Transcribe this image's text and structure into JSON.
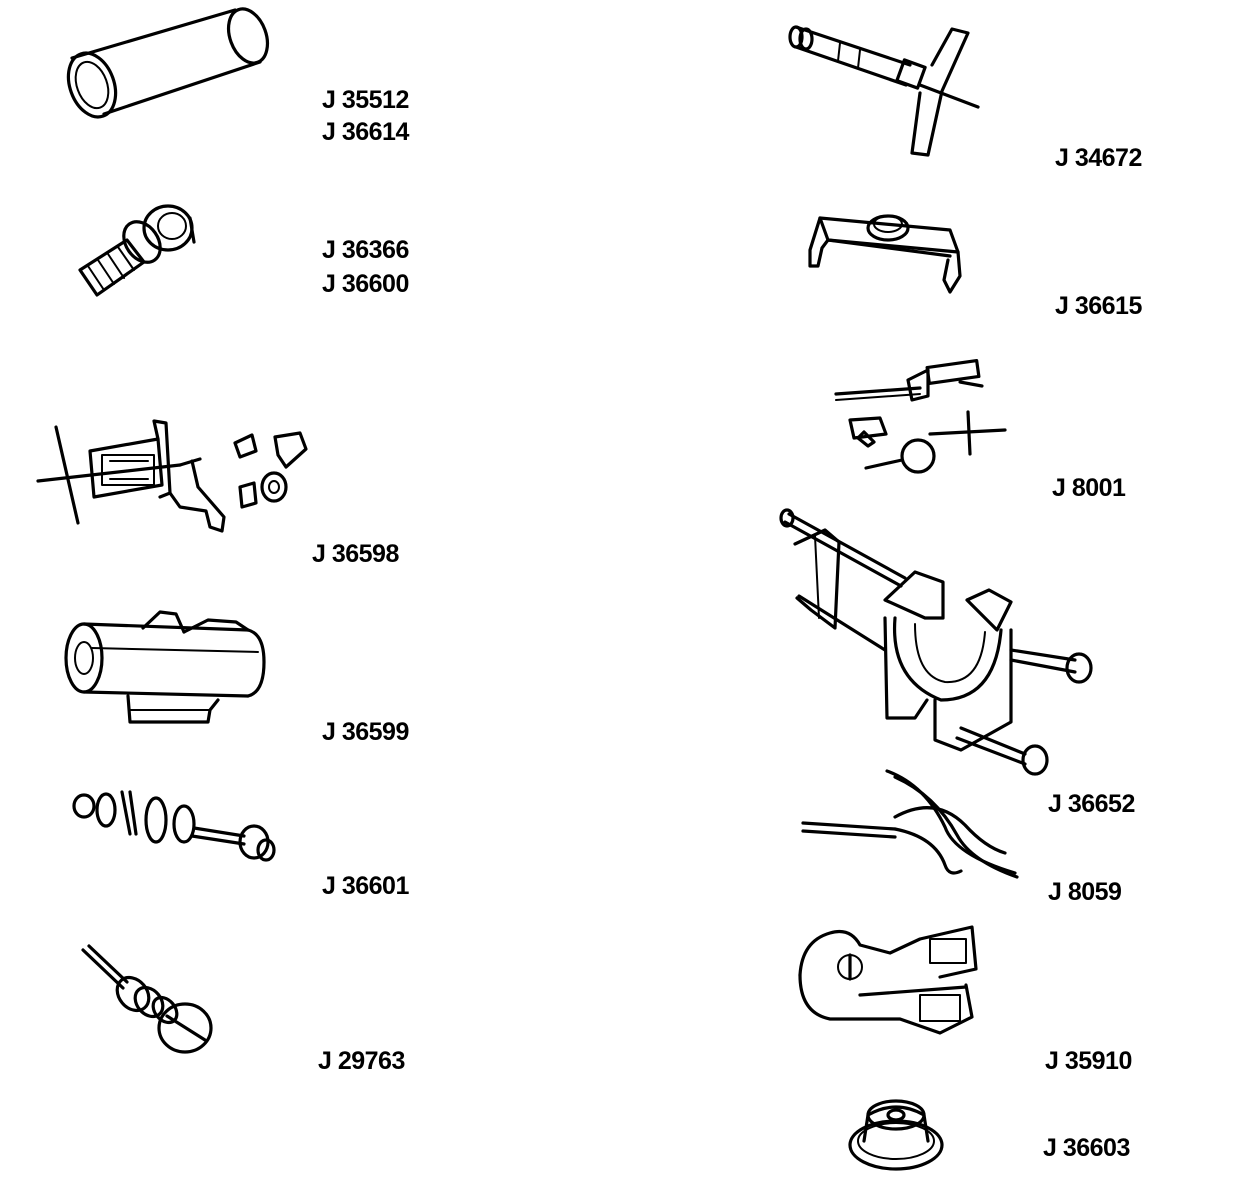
{
  "tools": [
    {
      "id": "sleeve",
      "icon": "sleeve-tool-icon",
      "labels": [
        "J 35512",
        "J 36614"
      ]
    },
    {
      "id": "socket",
      "icon": "socket-tool-icon",
      "labels": [
        "J 36366",
        "J 36600"
      ]
    },
    {
      "id": "fixture-kit",
      "icon": "fixture-kit-icon",
      "labels": [
        "J 36598"
      ]
    },
    {
      "id": "housing",
      "icon": "housing-block-icon",
      "labels": [
        "J 36599"
      ]
    },
    {
      "id": "stud-assembly",
      "icon": "stud-assembly-icon",
      "labels": [
        "J 36601"
      ]
    },
    {
      "id": "screw",
      "icon": "screw-tool-icon",
      "labels": [
        "J 29763"
      ]
    },
    {
      "id": "t-handle",
      "icon": "t-handle-tool-icon",
      "labels": [
        "J 34672"
      ]
    },
    {
      "id": "bridge",
      "icon": "bridge-tool-icon",
      "labels": [
        "J 36615"
      ]
    },
    {
      "id": "puller-set",
      "icon": "puller-set-icon",
      "labels": [
        "J 8001"
      ]
    },
    {
      "id": "holding-fixture",
      "icon": "holding-fixture-icon",
      "labels": [
        "J 36652"
      ]
    },
    {
      "id": "pliers",
      "icon": "snap-ring-pliers-icon",
      "labels": [
        "J 8059"
      ]
    },
    {
      "id": "wrench",
      "icon": "adapter-wrench-icon",
      "labels": [
        "J 35910"
      ]
    },
    {
      "id": "cap",
      "icon": "cap-tool-icon",
      "labels": [
        "J 36603"
      ]
    }
  ]
}
